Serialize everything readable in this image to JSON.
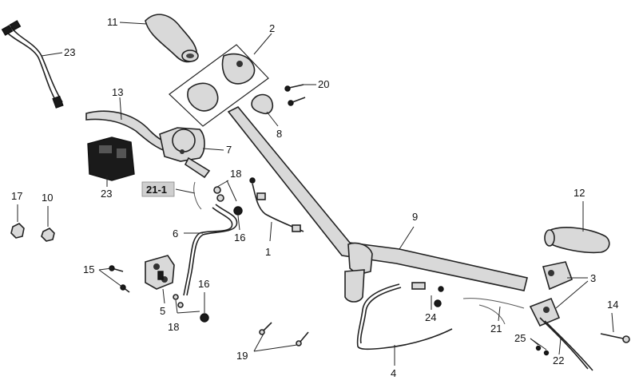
{
  "labels": {
    "p1": "1",
    "p2": "2",
    "p3": "3",
    "p4": "4",
    "p5": "5",
    "p6": "6",
    "p7": "7",
    "p8": "8",
    "p9": "9",
    "p10": "10",
    "p11": "11",
    "p12": "12",
    "p13": "13",
    "p14": "14",
    "p15": "15",
    "p16a": "16",
    "p16b": "16",
    "p17": "17",
    "p18a": "18",
    "p18b": "18",
    "p19": "19",
    "p20": "20",
    "p21": "21",
    "p21_1": "21-1",
    "p22": "22",
    "p23a": "23",
    "p23b": "23",
    "p24": "24",
    "p25": "25"
  }
}
